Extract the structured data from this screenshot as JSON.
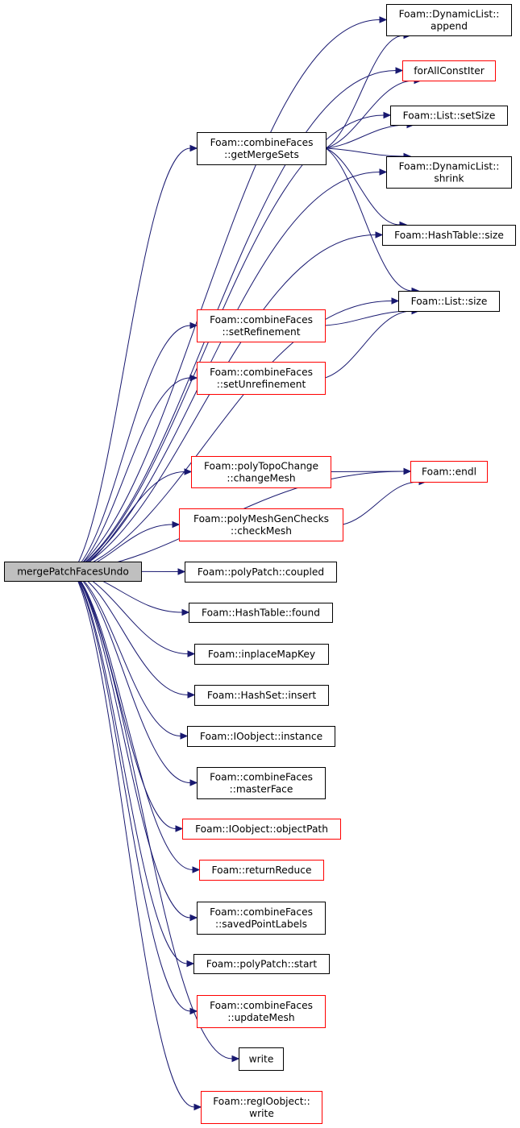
{
  "graph": {
    "root": "mergePatchFacesUndo",
    "edge_color": "#191970",
    "nodes": [
      {
        "id": "root",
        "lines": [
          "mergePatchFacesUndo"
        ],
        "style": "root"
      },
      {
        "id": "dl_append",
        "lines": [
          "Foam::DynamicList::",
          "append"
        ],
        "style": "doc"
      },
      {
        "id": "forall",
        "lines": [
          "forAllConstIter"
        ],
        "style": "undoc"
      },
      {
        "id": "list_setsize",
        "lines": [
          "Foam::List::setSize"
        ],
        "style": "doc"
      },
      {
        "id": "getmergesets",
        "lines": [
          "Foam::combineFaces",
          "::getMergeSets"
        ],
        "style": "doc"
      },
      {
        "id": "dl_shrink",
        "lines": [
          "Foam::DynamicList::",
          "shrink"
        ],
        "style": "doc"
      },
      {
        "id": "ht_size",
        "lines": [
          "Foam::HashTable::size"
        ],
        "style": "doc"
      },
      {
        "id": "list_size",
        "lines": [
          "Foam::List::size"
        ],
        "style": "doc"
      },
      {
        "id": "setrefinement",
        "lines": [
          "Foam::combineFaces",
          "::setRefinement"
        ],
        "style": "undoc"
      },
      {
        "id": "setunrefinement",
        "lines": [
          "Foam::combineFaces",
          "::setUnrefinement"
        ],
        "style": "undoc"
      },
      {
        "id": "endl",
        "lines": [
          "Foam::endl"
        ],
        "style": "undoc"
      },
      {
        "id": "changemesh",
        "lines": [
          "Foam::polyTopoChange",
          "::changeMesh"
        ],
        "style": "undoc"
      },
      {
        "id": "checkmesh",
        "lines": [
          "Foam::polyMeshGenChecks",
          "::checkMesh"
        ],
        "style": "undoc"
      },
      {
        "id": "coupled",
        "lines": [
          "Foam::polyPatch::coupled"
        ],
        "style": "doc"
      },
      {
        "id": "found",
        "lines": [
          "Foam::HashTable::found"
        ],
        "style": "doc"
      },
      {
        "id": "inplacemapkey",
        "lines": [
          "Foam::inplaceMapKey"
        ],
        "style": "doc"
      },
      {
        "id": "hs_insert",
        "lines": [
          "Foam::HashSet::insert"
        ],
        "style": "doc"
      },
      {
        "id": "instance",
        "lines": [
          "Foam::IOobject::instance"
        ],
        "style": "doc"
      },
      {
        "id": "masterface",
        "lines": [
          "Foam::combineFaces",
          "::masterFace"
        ],
        "style": "doc"
      },
      {
        "id": "objectpath",
        "lines": [
          "Foam::IOobject::objectPath"
        ],
        "style": "undoc"
      },
      {
        "id": "returnreduce",
        "lines": [
          "Foam::returnReduce"
        ],
        "style": "undoc"
      },
      {
        "id": "savedpointlabels",
        "lines": [
          "Foam::combineFaces",
          "::savedPointLabels"
        ],
        "style": "doc"
      },
      {
        "id": "pp_start",
        "lines": [
          "Foam::polyPatch::start"
        ],
        "style": "doc"
      },
      {
        "id": "updatemesh",
        "lines": [
          "Foam::combineFaces",
          "::updateMesh"
        ],
        "style": "undoc"
      },
      {
        "id": "write",
        "lines": [
          "write"
        ],
        "style": "doc"
      },
      {
        "id": "regio_write",
        "lines": [
          "Foam::regIOobject::",
          "write"
        ],
        "style": "undoc"
      }
    ],
    "edges": [
      [
        "root",
        "dl_append"
      ],
      [
        "root",
        "forall"
      ],
      [
        "root",
        "list_setsize"
      ],
      [
        "root",
        "getmergesets"
      ],
      [
        "root",
        "dl_shrink"
      ],
      [
        "root",
        "ht_size"
      ],
      [
        "root",
        "list_size"
      ],
      [
        "root",
        "setrefinement"
      ],
      [
        "root",
        "setunrefinement"
      ],
      [
        "root",
        "endl"
      ],
      [
        "root",
        "changemesh"
      ],
      [
        "root",
        "checkmesh"
      ],
      [
        "root",
        "coupled"
      ],
      [
        "root",
        "found"
      ],
      [
        "root",
        "inplacemapkey"
      ],
      [
        "root",
        "hs_insert"
      ],
      [
        "root",
        "instance"
      ],
      [
        "root",
        "masterface"
      ],
      [
        "root",
        "objectpath"
      ],
      [
        "root",
        "returnreduce"
      ],
      [
        "root",
        "savedpointlabels"
      ],
      [
        "root",
        "pp_start"
      ],
      [
        "root",
        "updatemesh"
      ],
      [
        "root",
        "write"
      ],
      [
        "root",
        "regio_write"
      ],
      [
        "getmergesets",
        "dl_append"
      ],
      [
        "getmergesets",
        "forall"
      ],
      [
        "getmergesets",
        "list_setsize"
      ],
      [
        "getmergesets",
        "dl_shrink"
      ],
      [
        "getmergesets",
        "ht_size"
      ],
      [
        "getmergesets",
        "list_size"
      ],
      [
        "setrefinement",
        "list_size"
      ],
      [
        "setunrefinement",
        "list_size"
      ],
      [
        "changemesh",
        "endl"
      ],
      [
        "checkmesh",
        "endl"
      ]
    ]
  },
  "styles": {
    "root": {
      "fill": "#bfbfbf",
      "stroke": "#000000"
    },
    "doc": {
      "fill": "#ffffff",
      "stroke": "#000000"
    },
    "undoc": {
      "fill": "#ffffff",
      "stroke": "#ff0000"
    }
  }
}
